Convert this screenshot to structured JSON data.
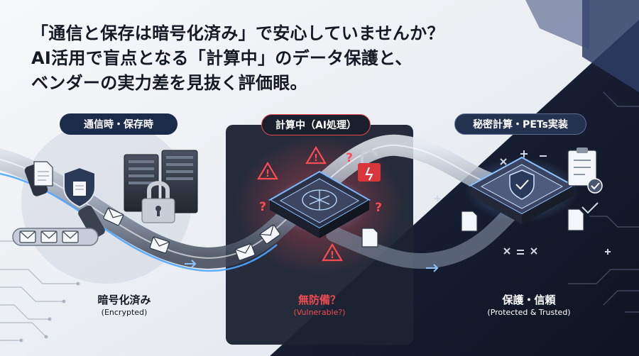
{
  "headline": {
    "line1": "「通信と保存は暗号化済み」で安心していませんか？",
    "line2": "AI活用で盲点となる「計算中」のデータ保護と、",
    "line3": "ベンダーの実力差を見抜く評価眼。"
  },
  "stages": [
    {
      "label": "通信時・保存時",
      "caption": "暗号化済み",
      "caption_sub": "(Encrypted)"
    },
    {
      "label": "計算中（AI処理）",
      "caption": "無防備？",
      "caption_sub": "(Vulnerable?)"
    },
    {
      "label": "秘密計算・PETs実装",
      "caption": "保護・信頼",
      "caption_sub": "(Protected & Trusted)"
    }
  ],
  "glyphs": {
    "question": "?",
    "warning": "!"
  },
  "colors": {
    "headline": "#141923",
    "dark_panel": "#1c2232",
    "dark_bg": "#141a2b",
    "danger": "#e8474c",
    "accent_blue": "#6fb6ff",
    "light_bg": "#eef1f5"
  },
  "icons": [
    "document-icon",
    "shield-icon",
    "server-icon",
    "padlock-icon",
    "envelope-icon",
    "ai-chip-icon",
    "brain-icon",
    "warning-icon",
    "question-icon",
    "broken-lock-icon",
    "secure-chip-icon",
    "checklist-icon",
    "math-symbols-icon"
  ]
}
